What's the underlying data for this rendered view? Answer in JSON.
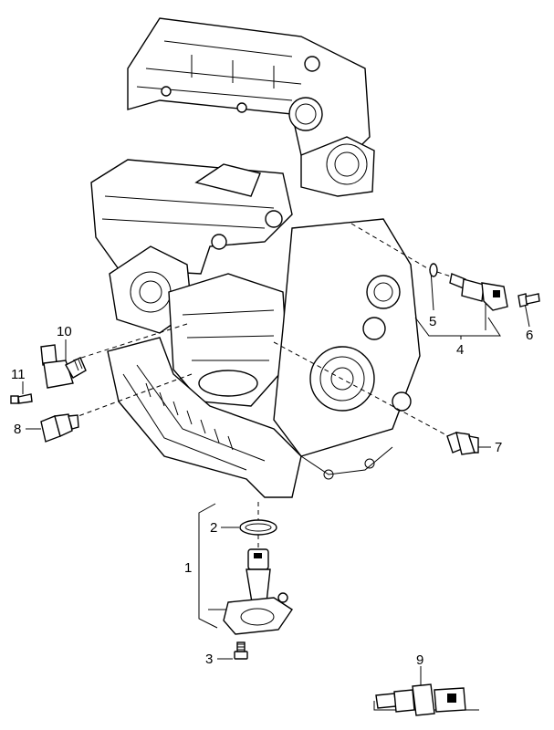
{
  "callouts": {
    "c1": "1",
    "c2": "2",
    "c3": "3",
    "c4": "4",
    "c5": "5",
    "c6": "6",
    "c7": "7",
    "c8": "8",
    "c9": "9",
    "c10": "10",
    "c11": "11"
  },
  "icons": {
    "engine": "engine-block-icon",
    "sensor": "sensor-icon",
    "bolt": "bolt-icon",
    "seal": "o-ring-icon"
  },
  "colors": {
    "line": "#000000",
    "background": "#ffffff"
  }
}
